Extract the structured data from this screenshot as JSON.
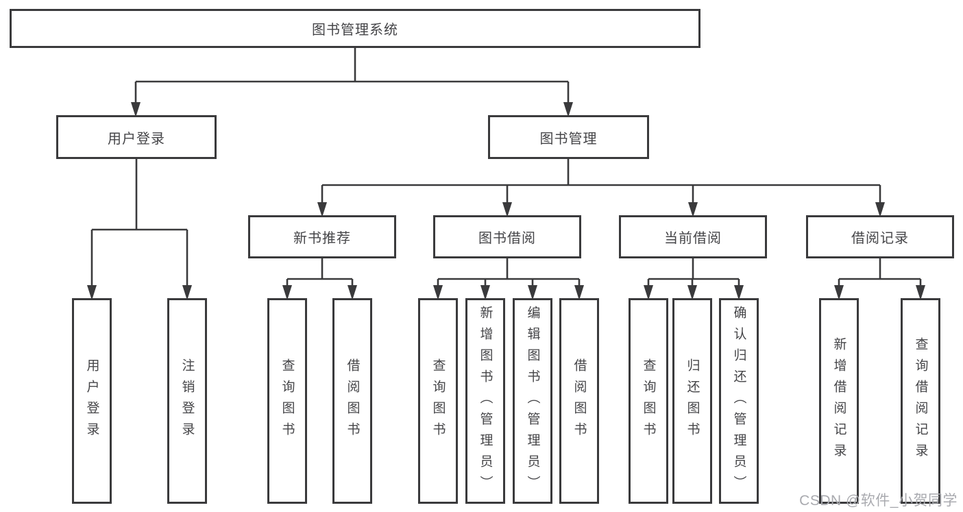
{
  "colors": {
    "background": "#ffffff",
    "box_border": "#3a3a3c",
    "box_text": "#454548",
    "connector_line": "#3a3a3c",
    "watermark_text_color": "#a9aaaf"
  },
  "watermark": {
    "text": "CSDN @软件_小贺同学"
  },
  "tree": {
    "root": {
      "label": "图书管理系统",
      "children": [
        {
          "label": "用户登录",
          "children": [
            {
              "label": "用户登录"
            },
            {
              "label": "注销登录"
            }
          ]
        },
        {
          "label": "图书管理",
          "children": [
            {
              "label": "新书推荐",
              "children": [
                {
                  "label": "查询图书"
                },
                {
                  "label": "借阅图书"
                }
              ]
            },
            {
              "label": "图书借阅",
              "children": [
                {
                  "label": "查询图书"
                },
                {
                  "label": "新增图书（管理员）"
                },
                {
                  "label": "编辑图书（管理员）"
                },
                {
                  "label": "借阅图书"
                }
              ]
            },
            {
              "label": "当前借阅",
              "children": [
                {
                  "label": "查询图书"
                },
                {
                  "label": "归还图书"
                },
                {
                  "label": "确认归还（管理员）"
                }
              ]
            },
            {
              "label": "借阅记录",
              "children": [
                {
                  "label": "新增借阅记录"
                },
                {
                  "label": "查询借阅记录"
                }
              ]
            }
          ]
        }
      ]
    }
  }
}
